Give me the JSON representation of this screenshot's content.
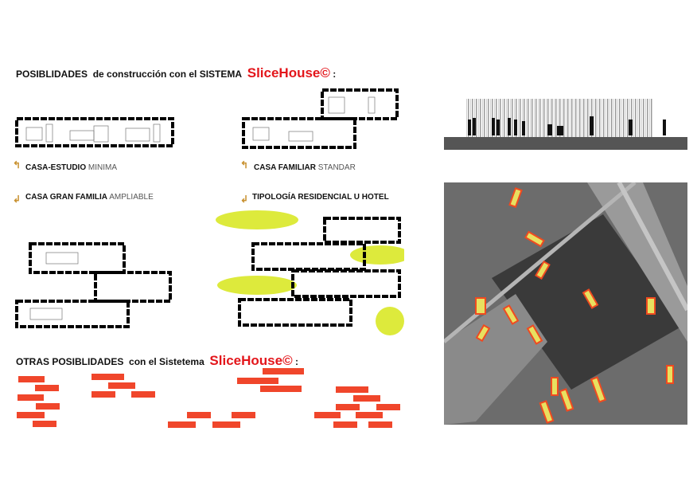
{
  "header": {
    "prefix": "POSIBLIDADES",
    "middle": "de construcción con el SISTEMA",
    "brand": "SliceHouse©",
    "suffix": ":"
  },
  "types": [
    {
      "bold": "CASA-ESTUDIO",
      "light": "MINIMA"
    },
    {
      "bold": "CASA FAMILIAR",
      "light": "STANDAR"
    },
    {
      "bold": "CASA GRAN FAMILIA",
      "light": "AMPLIABLE"
    },
    {
      "bold": "TIPOLOGÍA RESIDENCIAL U HOTEL",
      "light": ""
    }
  ],
  "others": {
    "prefix": "OTRAS POSIBLIDADES",
    "middle": "con el Sistetema",
    "brand": "SliceHouse©",
    "suffix": ":"
  },
  "colors": {
    "brand": "#e3161b",
    "brick": "#f0462b",
    "accent": "#d7e61a",
    "arrow": "#c8902e"
  }
}
